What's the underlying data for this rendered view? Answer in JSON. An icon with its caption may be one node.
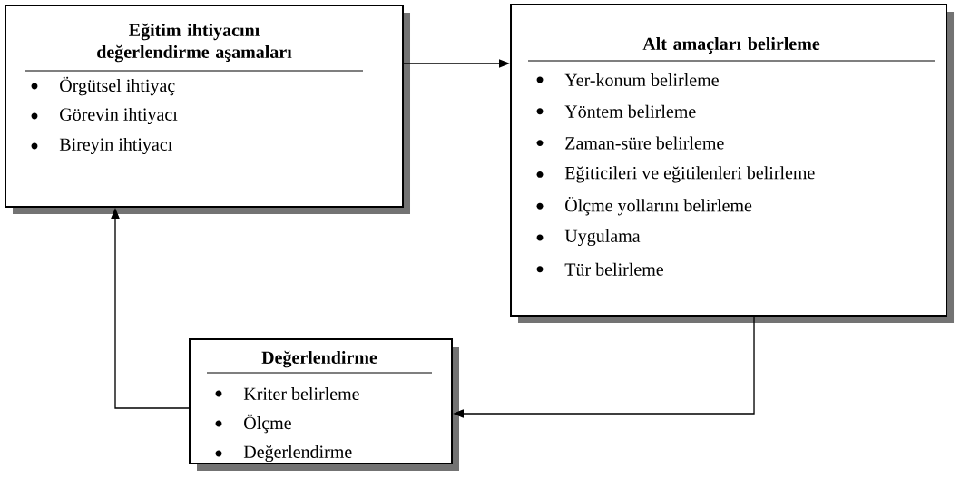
{
  "diagram": {
    "nodes": [
      {
        "text": [
          "Eğitim ihtiyacını değerlendirme aşamaları",
          "Örgütsel ihtiyaç",
          "Görevin ihtiyacı",
          "Bireyin ihtiyacı"
        ]
      },
      {
        "text": [
          "Alt amaçları belirleme",
          "Yer-konum belirleme",
          "Yöntem belirleme",
          "Zaman-süre belirleme",
          "Eğiticileri ve eğitilenleri belirleme",
          "Ölçme yollarını belirleme",
          "Uygulama",
          "Tür belirleme"
        ]
      },
      {
        "text": [
          "Değerlendirme",
          "Kriter belirleme",
          "Ölçme",
          "Değerlendirme"
        ]
      }
    ],
    "edges": [
      {
        "from": 0,
        "to": 1,
        "arrow": "to"
      },
      {
        "from": 1,
        "to": 2,
        "arrow": "to"
      },
      {
        "from": 2,
        "to": 0,
        "arrow": "to"
      }
    ]
  }
}
